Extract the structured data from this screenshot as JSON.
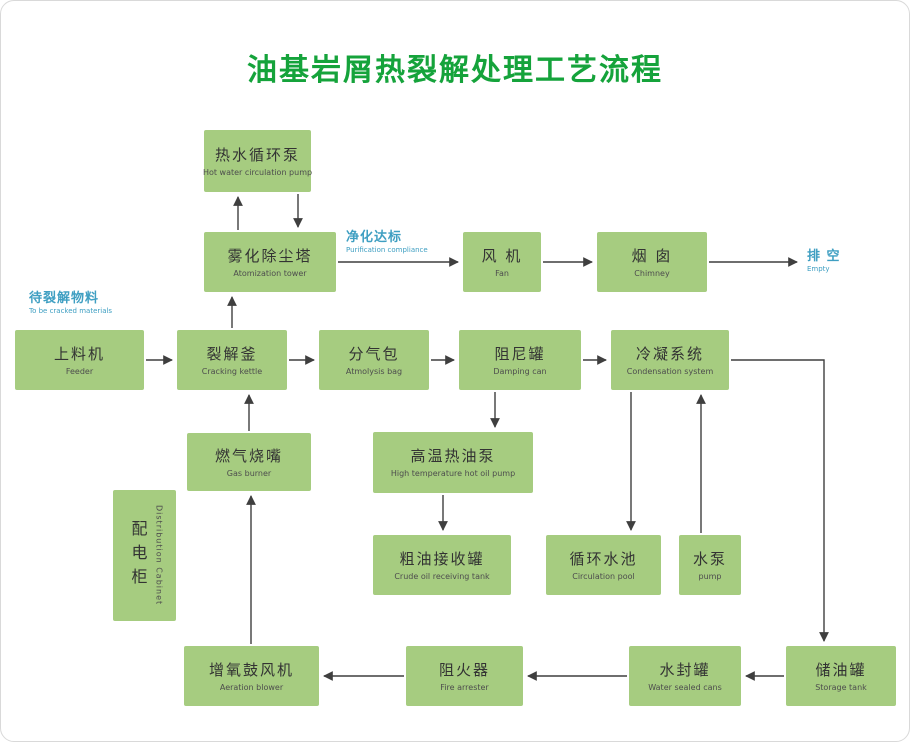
{
  "title": "油基岩屑热裂解处理工艺流程",
  "colors": {
    "box_fill": "#a6cc80",
    "title_green": "#15a33b",
    "blue_label": "#3f9fc2",
    "arrow": "#3f3f3f",
    "background": "#ffffff"
  },
  "nodes": {
    "hot_water_pump": {
      "zh": "热水循环泵",
      "en": "Hot water circulation pump"
    },
    "atomization_tower": {
      "zh": "雾化除尘塔",
      "en": "Atomization tower"
    },
    "fan": {
      "zh": "风 机",
      "en": "Fan"
    },
    "chimney": {
      "zh": "烟 囱",
      "en": "Chimney"
    },
    "feeder": {
      "zh": "上料机",
      "en": "Feeder"
    },
    "cracking_kettle": {
      "zh": "裂解釜",
      "en": "Cracking kettle"
    },
    "atmolysis_bag": {
      "zh": "分气包",
      "en": "Atmolysis bag"
    },
    "damping_can": {
      "zh": "阻尼罐",
      "en": "Damping can"
    },
    "condensation_system": {
      "zh": "冷凝系统",
      "en": "Condensation system"
    },
    "gas_burner": {
      "zh": "燃气烧嘴",
      "en": "Gas burner"
    },
    "hot_oil_pump": {
      "zh": "高温热油泵",
      "en": "High temperature hot oil pump"
    },
    "distribution_cabinet": {
      "zh": "配电柜",
      "en": "Distribution Cabinet"
    },
    "crude_oil_tank": {
      "zh": "粗油接收罐",
      "en": "Crude oil receiving tank"
    },
    "circulation_pool": {
      "zh": "循环水池",
      "en": "Circulation pool"
    },
    "water_pump": {
      "zh": "水泵",
      "en": "pump"
    },
    "aeration_blower": {
      "zh": "增氧鼓风机",
      "en": "Aeration blower"
    },
    "fire_arrester": {
      "zh": "阻火器",
      "en": "Fire arrester"
    },
    "water_sealed_can": {
      "zh": "水封罐",
      "en": "Water sealed cans"
    },
    "storage_tank": {
      "zh": "储油罐",
      "en": "Storage tank"
    }
  },
  "labels": {
    "to_be_cracked": {
      "zh": "待裂解物料",
      "en": "To be cracked materials"
    },
    "purification": {
      "zh": "净化达标",
      "en": "Purification compliance"
    },
    "empty": {
      "zh": "排 空",
      "en": "Empty"
    }
  }
}
